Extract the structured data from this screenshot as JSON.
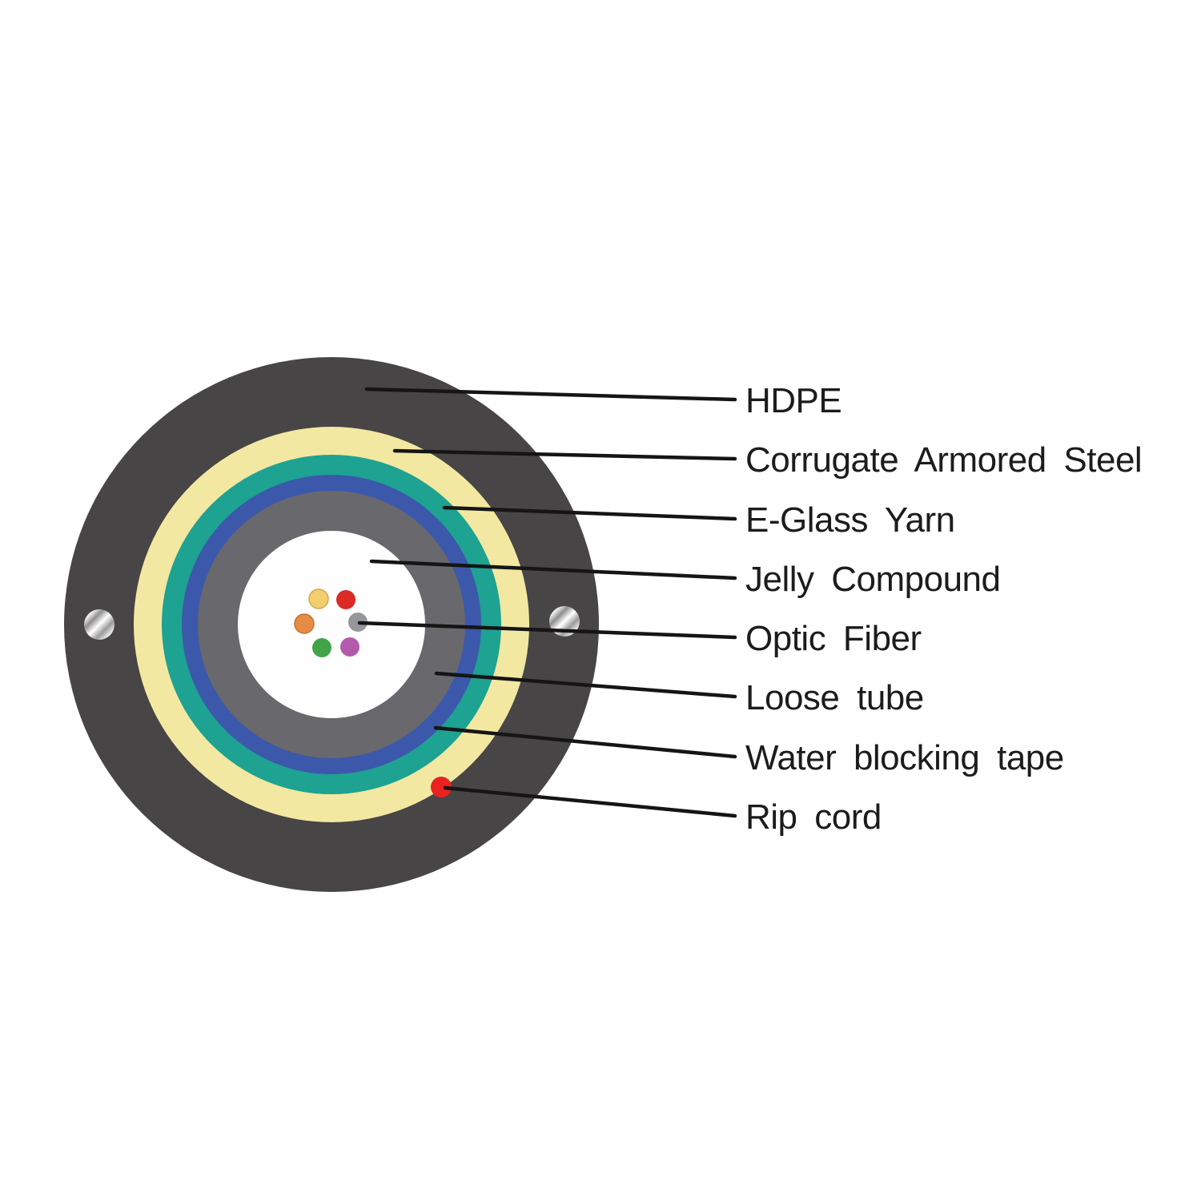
{
  "colors": {
    "background": "#ffffff",
    "hdpe_jacket": "#484546",
    "armored_steel": "#f3e8a1",
    "eglass_yarn": "#1ea292",
    "water_blocking_tape": "#3b58ab",
    "loose_tube": "#69686c",
    "jelly_compound": "#fefefe",
    "leader_line": "#151515",
    "label_text": "#1c1c1c",
    "rip_cord_red": "#e9211f",
    "fiber_yellow": "#f2ce6d",
    "fiber_red": "#dc2a27",
    "fiber_orange": "#e78c45",
    "fiber_gray": "#95979a",
    "fiber_green": "#42a449",
    "fiber_purple": "#b45aad"
  },
  "labels": [
    {
      "text": "HDPE"
    },
    {
      "text": "Corrugate Armored Steel"
    },
    {
      "text": "E-Glass Yarn"
    },
    {
      "text": "Jelly Compound"
    },
    {
      "text": "Optic Fiber"
    },
    {
      "text": "Loose tube"
    },
    {
      "text": "Water blocking tape"
    },
    {
      "text": "Rip cord"
    }
  ]
}
